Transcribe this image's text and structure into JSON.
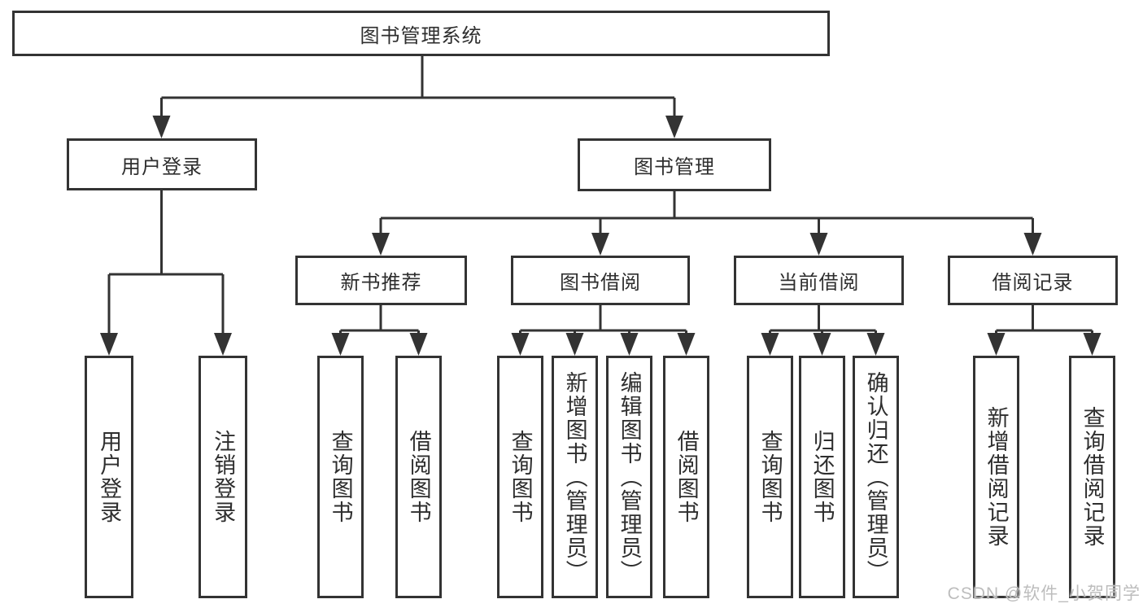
{
  "tree": {
    "root": {
      "label": "图书管理系统"
    },
    "branches": [
      {
        "label": "用户登录",
        "children": [
          {
            "label": "用户登录"
          },
          {
            "label": "注销登录"
          }
        ]
      },
      {
        "label": "图书管理",
        "children": [
          {
            "label": "新书推荐",
            "children": [
              {
                "label": "查询图书"
              },
              {
                "label": "借阅图书"
              }
            ]
          },
          {
            "label": "图书借阅",
            "children": [
              {
                "label": "查询图书"
              },
              {
                "label": "新增图书（管理员）"
              },
              {
                "label": "编辑图书（管理员）"
              },
              {
                "label": "借阅图书"
              }
            ]
          },
          {
            "label": "当前借阅",
            "children": [
              {
                "label": "查询图书"
              },
              {
                "label": "归还图书"
              },
              {
                "label": "确认归还（管理员）"
              }
            ]
          },
          {
            "label": "借阅记录",
            "children": [
              {
                "label": "新增借阅记录"
              },
              {
                "label": "查询借阅记录"
              }
            ]
          }
        ]
      }
    ]
  },
  "watermark": {
    "text": "CSDN @软件_小贺同学"
  },
  "colors": {
    "line": "#333333",
    "text": "#2e2e2e",
    "bg": "#ffffff",
    "watermark": "#bdbdbd"
  }
}
